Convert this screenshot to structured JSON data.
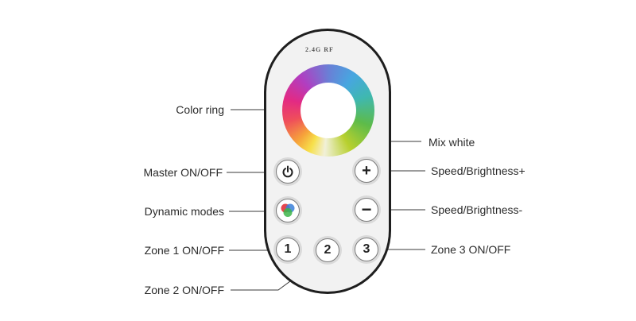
{
  "remote": {
    "brand": "2.4G RF"
  },
  "labels": {
    "color_ring": "Color  ring",
    "mix_white": "Mix white",
    "master": "Master ON/OFF",
    "speed_plus": "Speed/Brightness+",
    "dynamic": "Dynamic modes",
    "speed_minus": "Speed/Brightness-",
    "zone1": "Zone 1 ON/OFF",
    "zone3": "Zone 3 ON/OFF",
    "zone2": "Zone 2 ON/OFF"
  },
  "buttons": {
    "power_icon": "power-icon",
    "plus": "+",
    "minus": "−",
    "modes_icon": "rgb-circles-icon",
    "zone1": "1",
    "zone2": "2",
    "zone3": "3"
  },
  "colors": {
    "outline": "#1e1e1e",
    "body": "#f2f2f2",
    "leader": "#3a3a3a"
  }
}
